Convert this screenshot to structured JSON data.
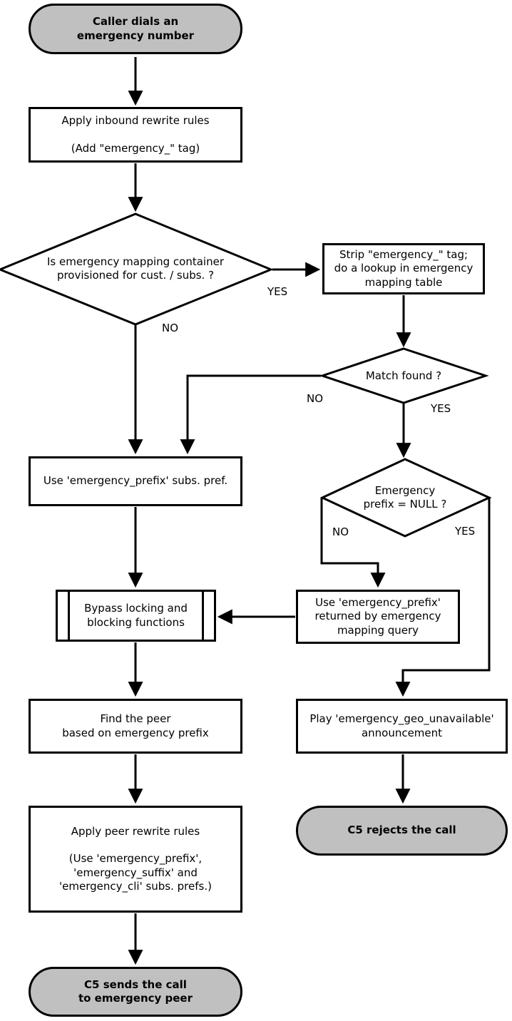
{
  "colors": {
    "terminal_fill": "#c0c0c0",
    "process_fill": "#ffffff",
    "stroke": "#000000"
  },
  "nodes": {
    "start": {
      "label": "Caller dials an\nemergency number"
    },
    "inbound_rewrite": {
      "label": "Apply inbound rewrite rules\n\n(Add \"emergency_\" tag)"
    },
    "decision_mapping_container": {
      "label": "Is emergency mapping container\nprovisioned for cust. / subs. ?"
    },
    "strip_tag": {
      "label": "Strip \"emergency_\" tag;\ndo a lookup in emergency\nmapping table"
    },
    "decision_match_found": {
      "label": "Match found ?"
    },
    "decision_prefix_null": {
      "label": "Emergency\nprefix = NULL ?"
    },
    "use_subs_pref": {
      "label": "Use 'emergency_prefix' subs. pref."
    },
    "use_mapping_query": {
      "label": "Use 'emergency_prefix'\nreturned by emergency\nmapping query"
    },
    "bypass": {
      "label": "Bypass locking and\nblocking functions"
    },
    "find_peer": {
      "label": "Find the peer\nbased on emergency prefix"
    },
    "peer_rewrite": {
      "label": "Apply peer rewrite rules\n\n(Use 'emergency_prefix',\n'emergency_suffix' and\n'emergency_cli' subs. prefs.)"
    },
    "send_call": {
      "label": "C5 sends the call\nto emergency peer"
    },
    "play_announcement": {
      "label": "Play 'emergency_geo_unavailable'\nannouncement"
    },
    "reject_call": {
      "label": "C5 rejects the call"
    }
  },
  "edge_labels": {
    "mapping_yes": "YES",
    "mapping_no": "NO",
    "match_no": "NO",
    "match_yes": "YES",
    "null_no": "NO",
    "null_yes": "YES"
  }
}
